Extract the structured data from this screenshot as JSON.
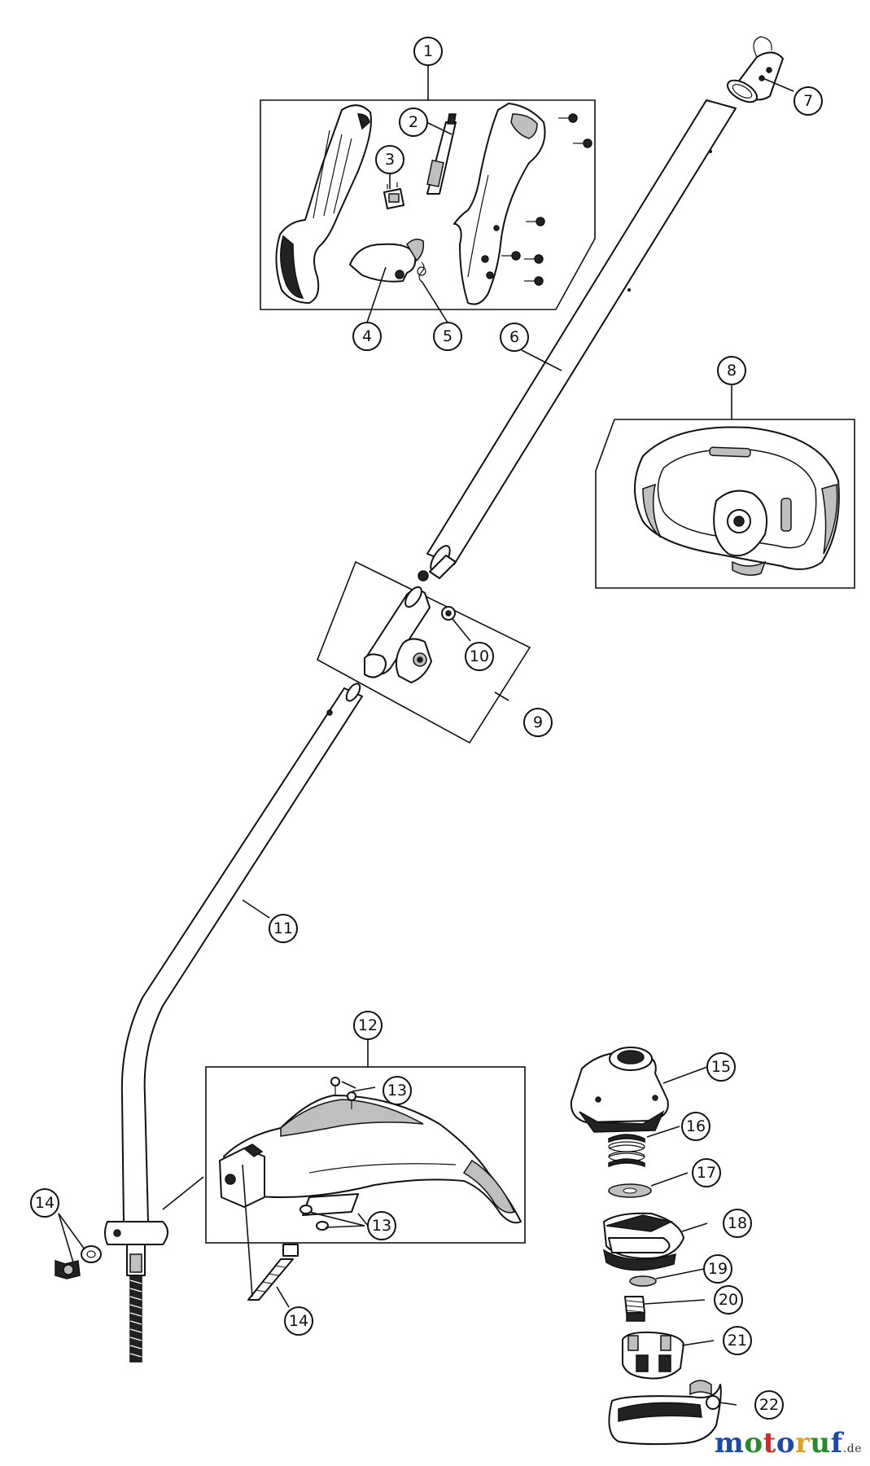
{
  "callouts": [
    "1",
    "2",
    "3",
    "4",
    "5",
    "6",
    "7",
    "8",
    "9",
    "10",
    "11",
    "12",
    "13",
    "13",
    "14",
    "14",
    "15",
    "16",
    "17",
    "18",
    "19",
    "20",
    "21",
    "22"
  ],
  "watermark": {
    "letters": [
      "m",
      "o",
      "t",
      "o",
      "r",
      "u",
      "f"
    ],
    "colors": [
      "#1a4aa8",
      "#2a8a2a",
      "#d22a2a",
      "#1a4aa8",
      "#e0a020",
      "#2a8a2a",
      "#1a4aa8"
    ],
    "tld": ".de"
  }
}
